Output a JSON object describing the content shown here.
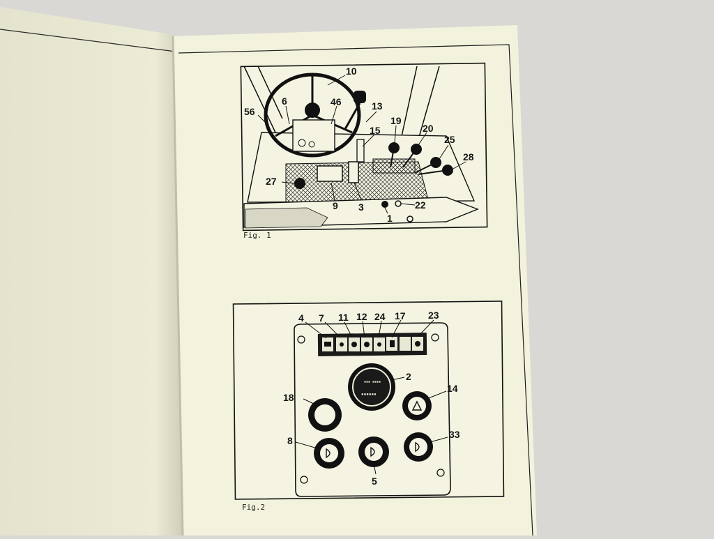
{
  "photo": {
    "subject": "Open booklet page with two technical line drawings",
    "colors": {
      "background": "#d9d8d4",
      "left_page": "#edecd7",
      "right_page": "#f3f2dc",
      "ink": "#161616"
    }
  },
  "figure1": {
    "caption": "Fig. 1",
    "callouts": [
      "10",
      "6",
      "46",
      "13",
      "56",
      "15",
      "19",
      "20",
      "25",
      "28",
      "27",
      "9",
      "3",
      "22",
      "1"
    ]
  },
  "figure2": {
    "caption": "Fig.2",
    "callouts": [
      "4",
      "7",
      "11",
      "12",
      "24",
      "17",
      "23",
      "2",
      "18",
      "14",
      "8",
      "33",
      "5"
    ]
  }
}
